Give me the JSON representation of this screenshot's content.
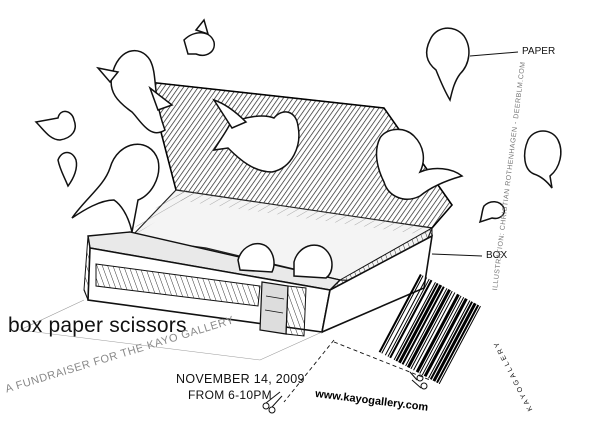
{
  "title": "box paper scissors",
  "subtitle": "A FUNDRAISER FOR THE KAYO GALLERY",
  "event_date": "NOVEMBER 14, 2009",
  "event_time": "FROM 6-10PM",
  "website": "www.kayogallery.com",
  "labels": {
    "paper": "PAPER",
    "box": "BOX"
  },
  "illustration_credit": "ILLUSTRATION: CHRISTIAN ROTHENHAGEN - DEERBLM.COM",
  "barcode_text": "KAYOGALLERY",
  "icons": [
    "scissors-icon",
    "bird-illustration",
    "barcode"
  ],
  "colors": {
    "ink": "#111111",
    "background": "#ffffff",
    "gray_text": "#888888"
  }
}
